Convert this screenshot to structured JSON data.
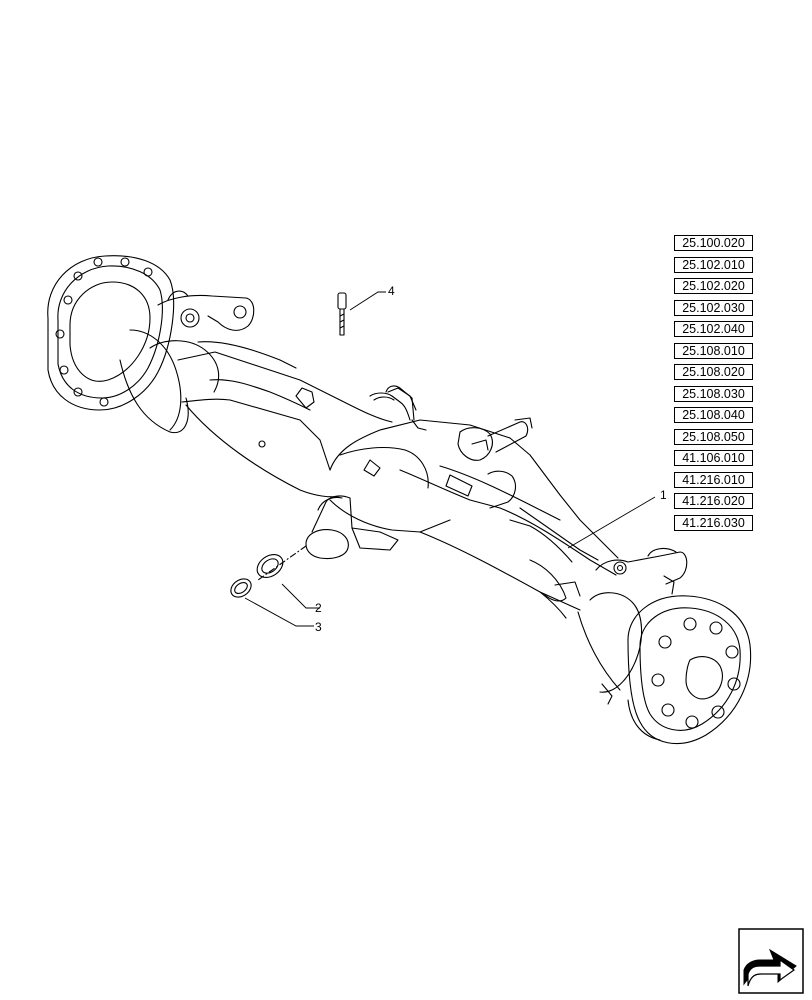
{
  "references": [
    "25.100.020",
    "25.102.010",
    "25.102.020",
    "25.102.030",
    "25.102.040",
    "25.108.010",
    "25.108.020",
    "25.108.030",
    "25.108.040",
    "25.108.050",
    "41.106.010",
    "41.216.010",
    "41.216.020",
    "41.216.030"
  ],
  "callouts": {
    "item_1": "1",
    "item_2": "2",
    "item_3": "3",
    "item_4": "4"
  },
  "icons": {
    "nav": "next-page-arrow-icon"
  },
  "colors": {
    "line": "#000000",
    "background": "#ffffff"
  }
}
